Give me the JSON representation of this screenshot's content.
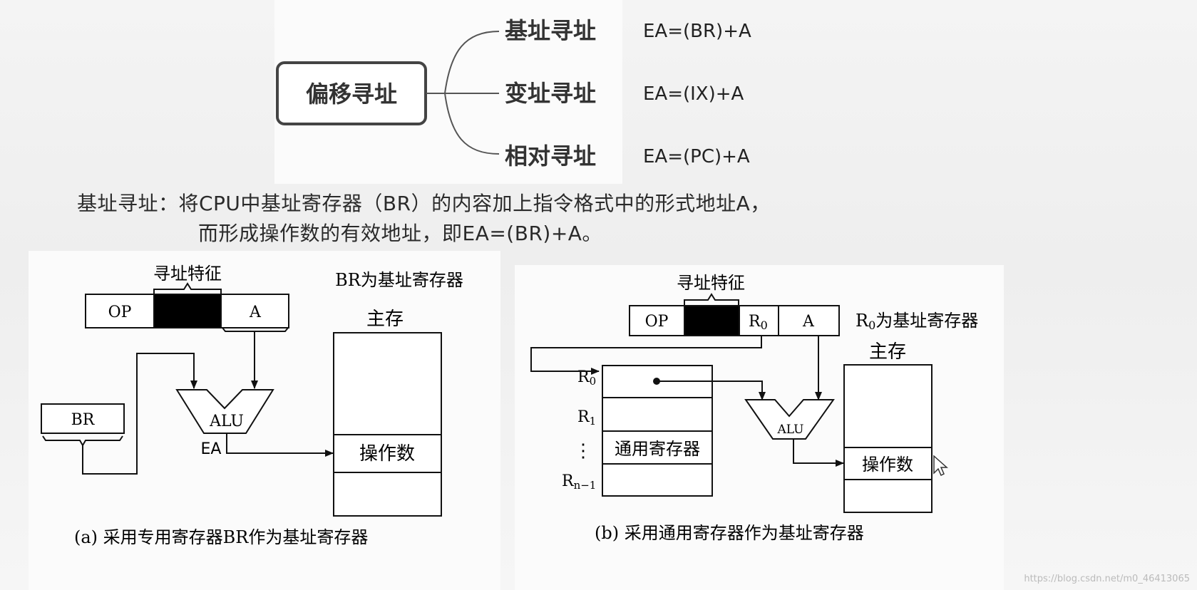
{
  "mindmap": {
    "root": "偏移寻址",
    "branches": [
      {
        "label": "基址寻址",
        "formula": "EA=(BR)+A"
      },
      {
        "label": "变址寻址",
        "formula": "EA=(IX)+A"
      },
      {
        "label": "相对寻址",
        "formula": "EA=(PC)+A"
      }
    ]
  },
  "description": {
    "line1": "基址寻址：将CPU中基址寄存器（BR）的内容加上指令格式中的形式地址A，",
    "line2": "而形成操作数的有效地址，即EA=(BR)+A。"
  },
  "diagram_a": {
    "feature_label": "寻址特征",
    "op": "OP",
    "a": "A",
    "note": "BR为基址寄存器",
    "memory_label": "主存",
    "br": "BR",
    "alu": "ALU",
    "ea": "EA",
    "operand": "操作数",
    "caption": "(a) 采用专用寄存器BR作为基址寄存器"
  },
  "diagram_b": {
    "feature_label": "寻址特征",
    "op": "OP",
    "r0_field": "R",
    "r0_sub": "0",
    "a": "A",
    "note_r": "R",
    "note_sub": "0",
    "note_rest": "为基址寄存器",
    "memory_label": "主存",
    "reg_r0": "R",
    "reg_r0_sub": "0",
    "reg_r1": "R",
    "reg_r1_sub": "1",
    "reg_dots": "⋮",
    "reg_rn": "R",
    "reg_rn_sub": "n−1",
    "gpr_label": "通用寄存器",
    "alu": "ALU",
    "operand": "操作数",
    "caption": "(b) 采用通用寄存器作为基址寄存器"
  },
  "watermark": "https://blog.csdn.net/m0_46413065"
}
